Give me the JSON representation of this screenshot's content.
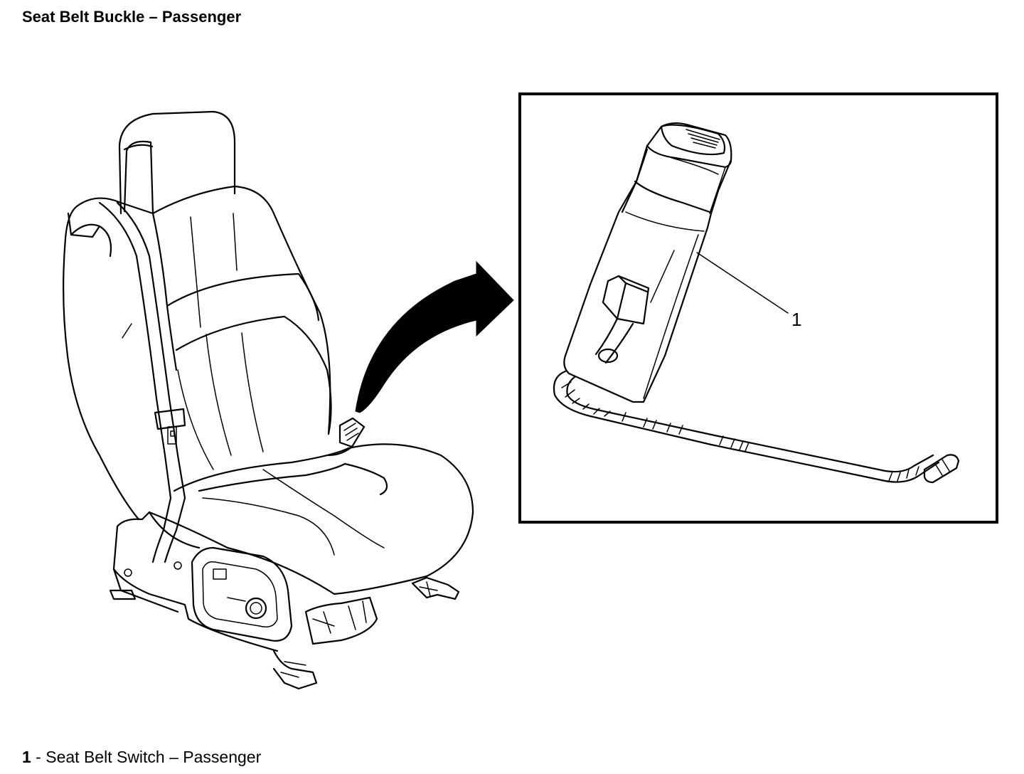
{
  "title": "Seat Belt Buckle – Passenger",
  "callout": {
    "number": "1"
  },
  "legend": {
    "number": "1",
    "separator": " - ",
    "text": "Seat Belt Switch – Passenger"
  },
  "icons": [
    "seat-illustration",
    "curved-arrow",
    "buckle-detail-illustration"
  ]
}
